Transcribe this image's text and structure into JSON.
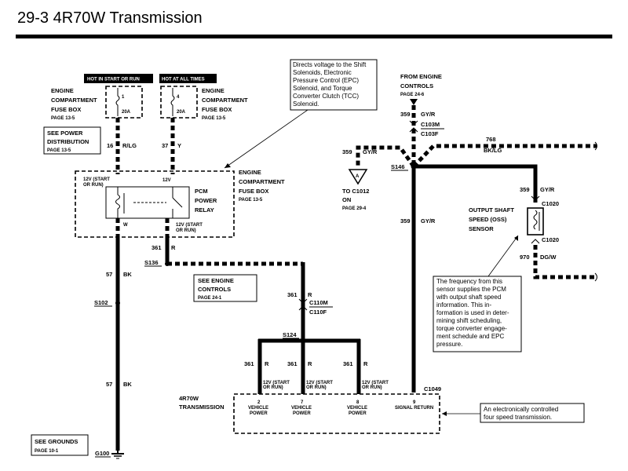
{
  "title": "29-3 4R70W Transmission",
  "headers": {
    "hot_start_run": "HOT IN START OR RUN",
    "hot_all_times": "HOT AT ALL TIMES"
  },
  "fuse_box_top": {
    "left_label": [
      "ENGINE",
      "COMPARTMENT",
      "FUSE BOX"
    ],
    "left_page": "PAGE 13-5",
    "right_label": [
      "ENGINE",
      "COMPARTMENT",
      "FUSE BOX"
    ],
    "right_page": "PAGE 13-5",
    "fuse_left_num": "1",
    "fuse_left_amp": "20A",
    "fuse_right_num": "4",
    "fuse_right_amp": "20A"
  },
  "power_distribution": {
    "label": [
      "SEE POWER",
      "DISTRIBUTION"
    ],
    "page": "PAGE 13-5"
  },
  "wires": {
    "w16": "16",
    "w16_color": "R/LG",
    "w37": "37",
    "w37_color": "Y",
    "w361a": "361",
    "w361a_color": "R",
    "w57a": "57",
    "w57a_color": "BK",
    "w57b": "57",
    "w57b_color": "BK",
    "w361b": "361",
    "w361b_color": "R",
    "w361c": "361",
    "w361c_color": "R",
    "w361d": "361",
    "w361d_color": "R",
    "w361e": "361",
    "w361e_color": "R",
    "w359a": "359",
    "w359a_color": "GY/R",
    "w359b": "359",
    "w359b_color": "GY/R",
    "w359c": "359",
    "w359c_color": "GY/R",
    "w359d": "359",
    "w359d_color": "GY/R",
    "w768": "768",
    "w768_color": "BK/LG",
    "w970": "970",
    "w970_color": "DG/W"
  },
  "engine_fuse_box": {
    "label": [
      "ENGINE",
      "COMPARTMENT",
      "FUSE BOX"
    ],
    "page": "PAGE 13-5",
    "relay_label": [
      "PCM",
      "POWER",
      "RELAY"
    ],
    "pin_12v_start_run": [
      "12V (START",
      "OR RUN)"
    ],
    "pin_12v": "12V",
    "pin_w": "W",
    "pin_12v_bottom": [
      "12V (START",
      "OR RUN)"
    ]
  },
  "splices": {
    "s136": "S136",
    "s102": "S102",
    "s124": "S124",
    "s146": "S146"
  },
  "see_engine_controls": {
    "label": [
      "SEE ENGINE",
      "CONTROLS"
    ],
    "page": "PAGE 24-1"
  },
  "connectors": {
    "c110m": "C110M",
    "c110f": "C110F",
    "c103m": "C103M",
    "c103f": "C103F",
    "c1020_top": "C1020",
    "c1020_bottom": "C1020",
    "c1049": "C1049",
    "c1012_label": [
      "TO C1012",
      "ON"
    ],
    "c1012_page": "PAGE 29-4"
  },
  "from_engine_controls": {
    "label": [
      "FROM ENGINE",
      "CONTROLS"
    ],
    "page": "PAGE 24-6"
  },
  "note_top": [
    "Directs voltage to the Shift",
    "Solenoids,          Electronic",
    "Pressure  Control  (EPC)",
    "Solenoid,  and  Torque",
    "Converter Clutch (TCC)",
    "Solenoid."
  ],
  "oss_sensor": {
    "label": [
      "OUTPUT SHAFT",
      "SPEED (OSS)",
      "SENSOR"
    ]
  },
  "note_oss": [
    "The frequency from this",
    "sensor supplies the PCM",
    "with output shaft speed",
    "information.      This  in-",
    "formation is used in deter-",
    "mining shift scheduling,",
    "torque converter engage-",
    "ment schedule and EPC",
    "pressure."
  ],
  "transmission": {
    "label": [
      "4R70W",
      "TRANSMISSION"
    ],
    "pin2": [
      "2",
      "VEHICLE",
      "POWER"
    ],
    "pin7": [
      "7",
      "VEHICLE",
      "POWER"
    ],
    "pin8": [
      "8",
      "VEHICLE",
      "POWER"
    ],
    "pin9": [
      "9",
      "SIGNAL RETURN"
    ],
    "pin_12v_a": [
      "12V (START",
      "OR RUN)"
    ],
    "pin_12v_b": [
      "12V (START",
      "OR RUN)"
    ],
    "pin_12v_c": [
      "12V (START",
      "OR RUN)"
    ]
  },
  "note_trans": [
    "An    electronically  controlled",
    "four speed transmission."
  ],
  "grounds": {
    "label": "SEE GROUNDS",
    "page": "PAGE 10-1",
    "g100": "G100"
  }
}
